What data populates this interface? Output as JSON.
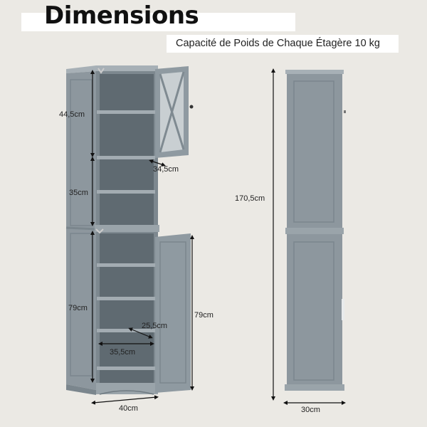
{
  "header": {
    "title": "Dimensions",
    "subtitle": "Capacité de Poids de Chaque Étagère 10 kg"
  },
  "dimensions": {
    "upper_compartment_height": "44,5cm",
    "door_depth": "34,5cm",
    "middle_compartment_height": "35cm",
    "lower_compartment_height": "79cm",
    "lower_door_height": "79cm",
    "shelf_depth": "25,5cm",
    "shelf_width": "35,5cm",
    "total_width": "40cm",
    "total_height": "170,5cm",
    "side_depth": "30cm"
  },
  "colors": {
    "background": "#ebe9e4",
    "cabinet": "#8f9aa1",
    "cabinet_dark": "#6f7a81",
    "interior": "#5f6a71",
    "arrow": "#111111"
  }
}
